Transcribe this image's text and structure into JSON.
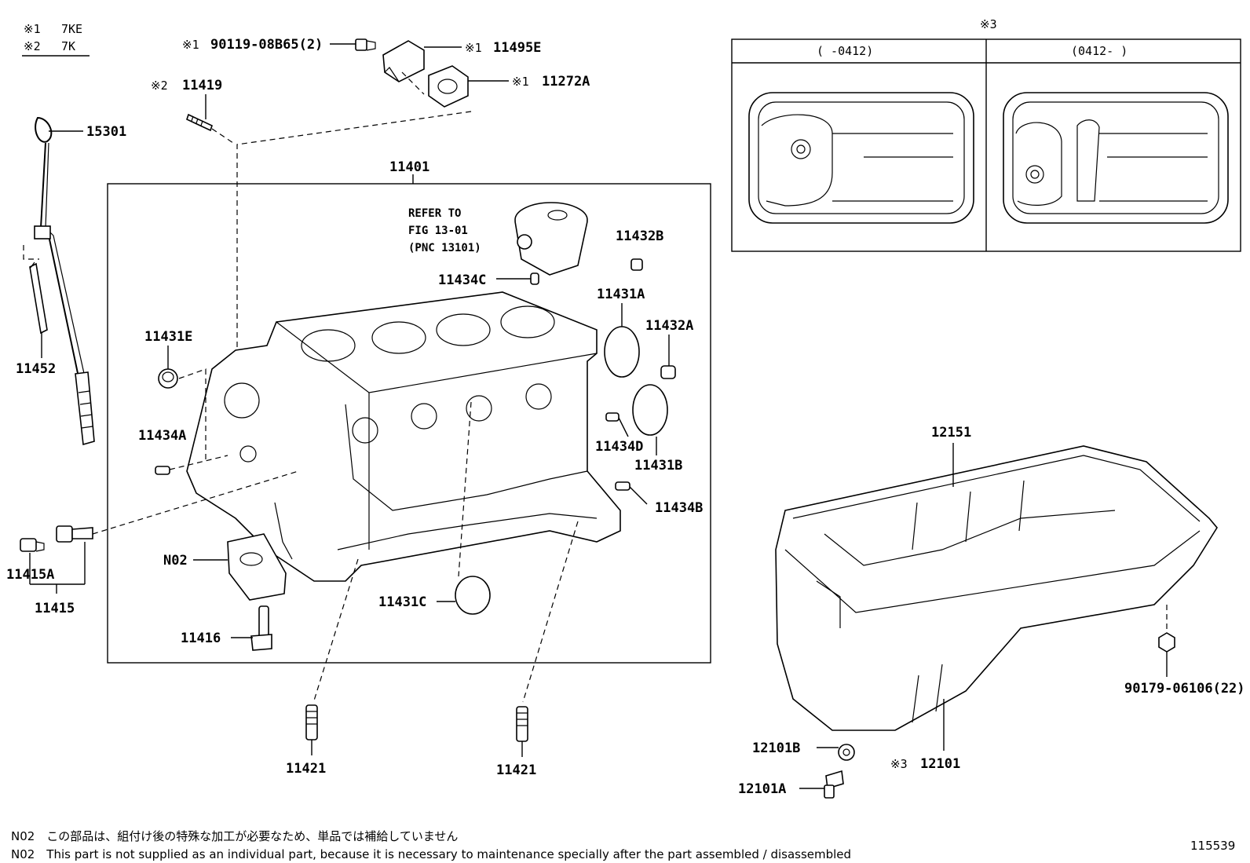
{
  "legend": {
    "items": [
      {
        "mark": "※1",
        "label": "7KE"
      },
      {
        "mark": "※2",
        "label": "7K"
      }
    ]
  },
  "callouts": {
    "p90119": "90119-08B65(2)",
    "p90119_mark": "※1",
    "p11495E": "11495E",
    "p11495E_mark": "※1",
    "p11272A": "11272A",
    "p11272A_mark": "※1",
    "p11419": "11419",
    "p11419_mark": "※2",
    "p15301": "15301",
    "p11401": "11401",
    "ref_line1": "REFER TO",
    "ref_line2": "FIG 13-01",
    "ref_line3": "(PNC 13101)",
    "p11432B": "11432B",
    "p11434C": "11434C",
    "p11431A": "11431A",
    "p11432A": "11432A",
    "p11431E": "11431E",
    "p11452": "11452",
    "p11434A": "11434A",
    "p11434D": "11434D",
    "p11431B": "11431B",
    "p11434B": "11434B",
    "p11415A": "11415A",
    "p11415": "11415",
    "pN02": "N02",
    "p11431C": "11431C",
    "p11416": "11416",
    "p11421a": "11421",
    "p11421b": "11421",
    "p12151": "12151",
    "p90179": "90179-06106(22)",
    "p12101B": "12101B",
    "p12101": "12101",
    "p12101_mark": "※3",
    "p12101A": "12101A"
  },
  "inset": {
    "mark": "※3",
    "left_header": "(      -0412)",
    "right_header": "(0412-      )"
  },
  "notes": {
    "jp": "N02　この部品は、組付け後の特殊な加工が必要なため、単品では補給していません",
    "en": "N02　This part is not supplied as an individual part, because it is necessary to maintenance specially after the part assembled / disassembled"
  },
  "figure_id": "115539"
}
